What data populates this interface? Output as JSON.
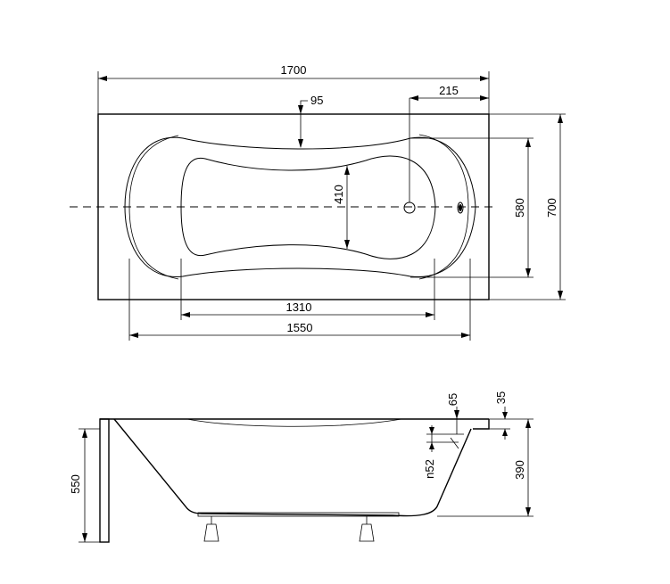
{
  "dimensions": {
    "total_length": "1700",
    "drain_offset": "215",
    "rim_width": "95",
    "inner_width": "410",
    "outer_width": "580",
    "total_width": "700",
    "bottom_length": "1310",
    "outer_length": "1550",
    "overflow_height": "65",
    "rim_thickness": "35",
    "overflow_diameter": "n52",
    "total_height": "550",
    "inner_depth": "390"
  }
}
